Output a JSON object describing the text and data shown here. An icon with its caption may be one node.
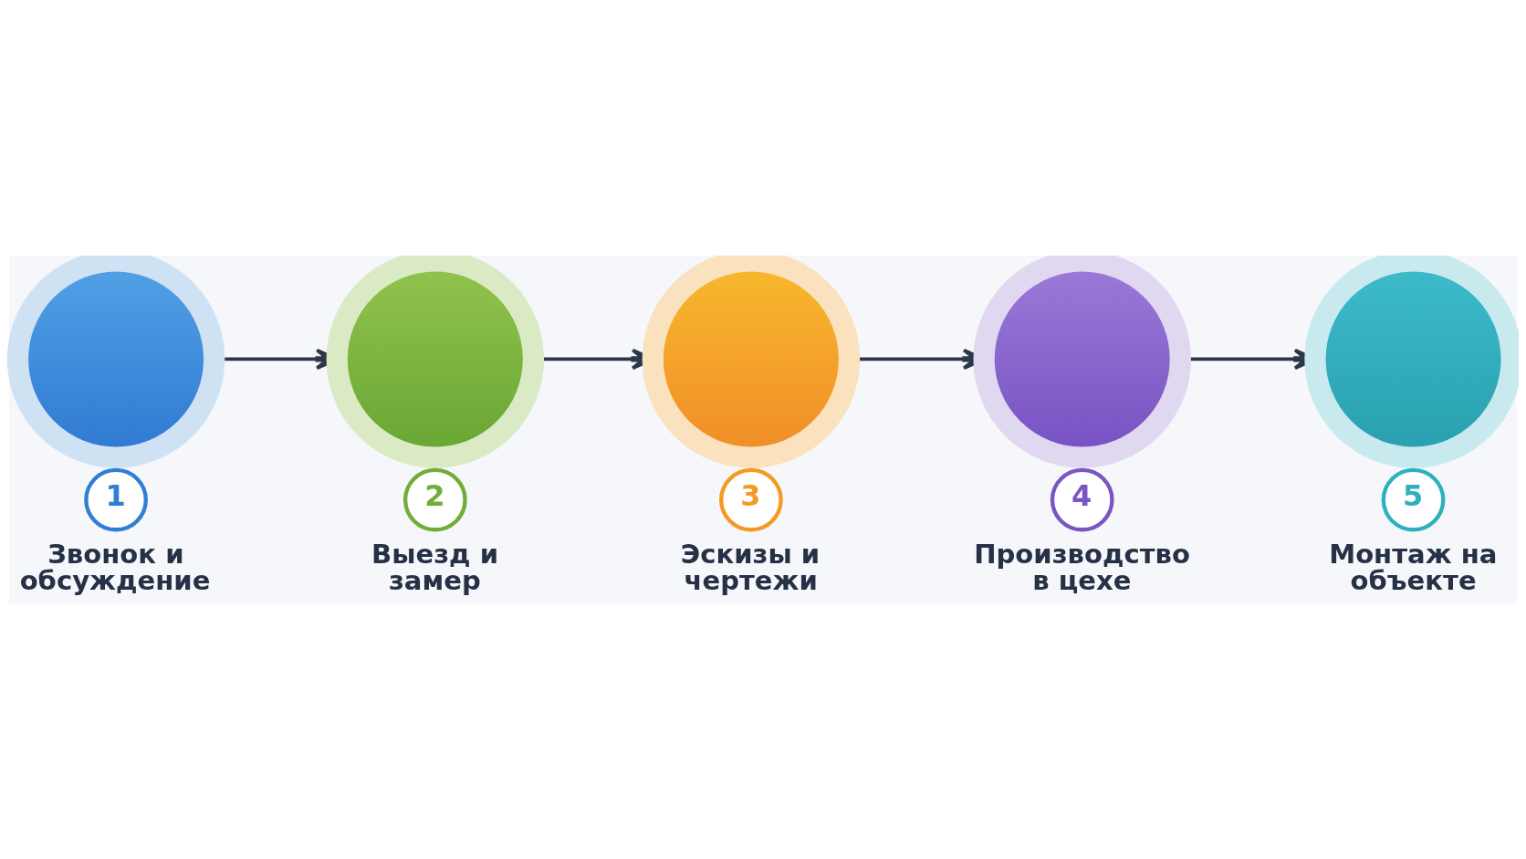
{
  "diagram": {
    "nodes": [
      {
        "text": [],
        "shape": "circle"
      },
      {
        "text": [
          "1"
        ],
        "beside": [
          "Звонок и обсуждение"
        ]
      },
      {
        "text": [],
        "shape": "circle"
      },
      {
        "text": [
          "2"
        ],
        "beside": [
          "Выезд и замер"
        ]
      },
      {
        "text": [],
        "shape": "circle"
      },
      {
        "text": [
          "3"
        ],
        "beside": [
          "Эскизы и чертежи"
        ]
      },
      {
        "text": [],
        "shape": "circle"
      },
      {
        "text": [
          "4"
        ],
        "beside": [
          "Производство в цехе"
        ]
      },
      {
        "text": [],
        "shape": "circle"
      },
      {
        "text": [
          "5"
        ],
        "beside": [
          "Монтаж на объекте"
        ]
      }
    ],
    "edges": [
      {
        "from": 0,
        "to": 2,
        "arrow": "to"
      },
      {
        "from": 2,
        "to": 4,
        "arrow": "to"
      },
      {
        "from": 4,
        "to": 6,
        "arrow": "to"
      },
      {
        "from": 6,
        "to": 8,
        "arrow": "to"
      }
    ]
  }
}
